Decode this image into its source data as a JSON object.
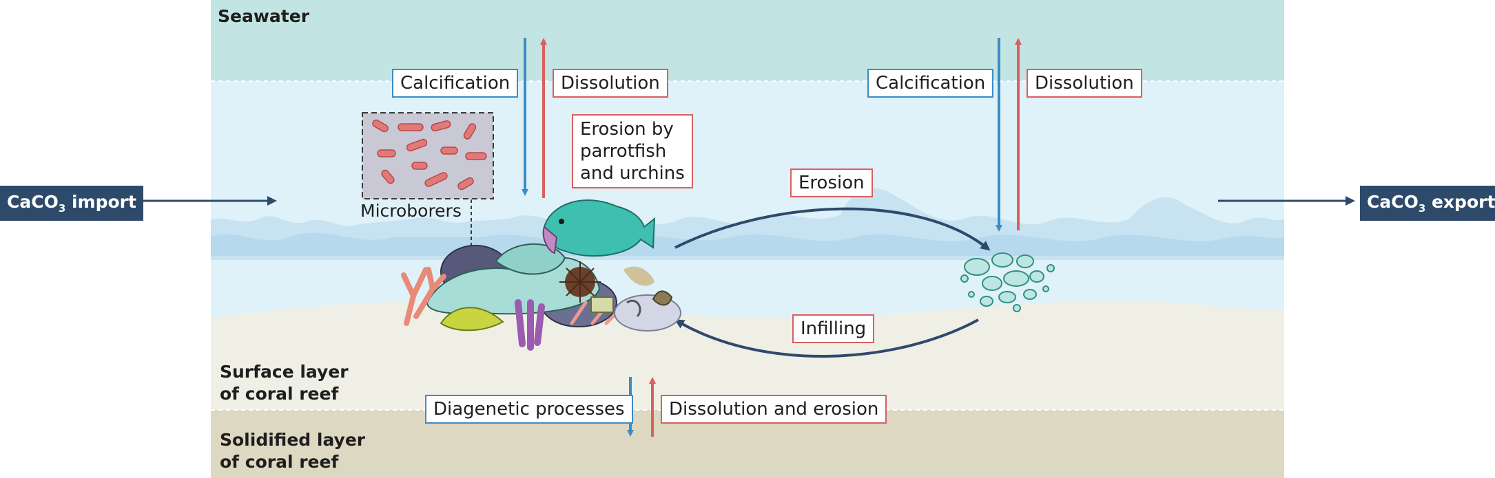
{
  "zones": {
    "seawater": "Seawater",
    "surface_layer": [
      "Surface layer",
      "of coral reef"
    ],
    "solidified_layer": [
      "Solidified layer",
      "of coral reef"
    ]
  },
  "fluxes": {
    "import": {
      "main": "CaCO",
      "sub": "3",
      "rest": " import"
    },
    "export": {
      "main": "CaCO",
      "sub": "3",
      "rest": " export"
    }
  },
  "processes": {
    "calcification_left": "Calcification",
    "dissolution_left": "Dissolution",
    "calcification_right": "Calcification",
    "dissolution_right": "Dissolution",
    "erosion_parrotfish": [
      "Erosion by",
      "parrotfish",
      "and urchins"
    ],
    "erosion": "Erosion",
    "infilling": "Infilling",
    "diagenetic": "Diagenetic processes",
    "dissolution_erosion": "Dissolution and erosion"
  },
  "labels": {
    "microborers": "Microborers"
  },
  "colors": {
    "seawater_top": "#c2e4e2",
    "seawater_body": "#dff1f9",
    "sand_surface": "#f0efe6",
    "solidified": "#ddd8c1",
    "calcification_arrow": "#3b8cc6",
    "dissolution_arrow": "#d9605f",
    "flux_box": "#2e4a6b"
  }
}
